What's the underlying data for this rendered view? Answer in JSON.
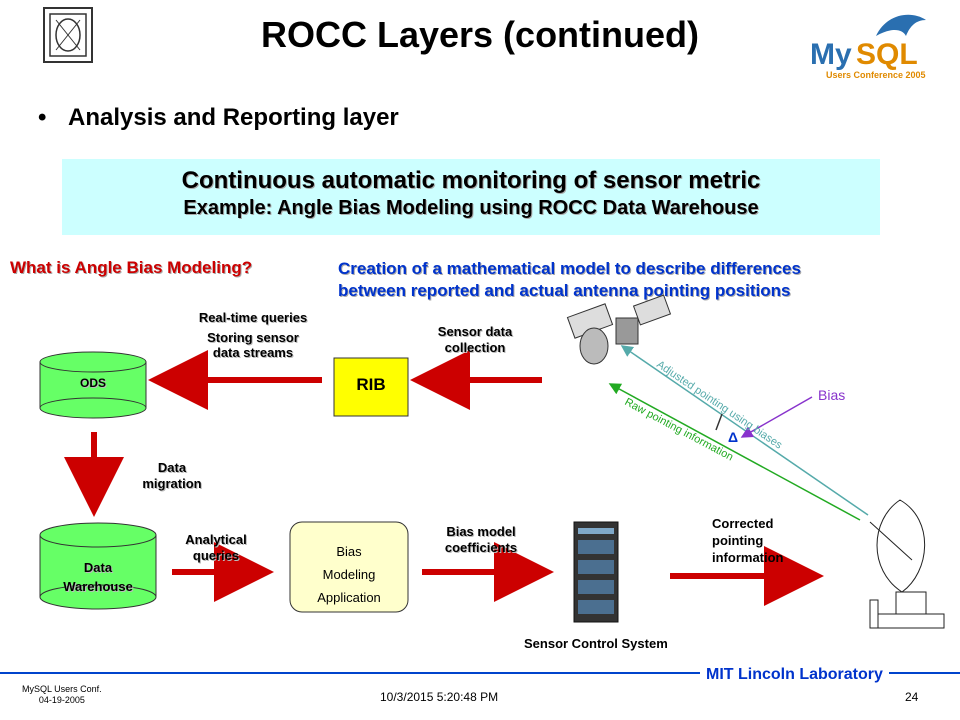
{
  "slide": {
    "title": "ROCC Layers (continued)",
    "bullet": "Analysis and Reporting layer",
    "banner_line1": "Continuous automatic monitoring of sensor metric",
    "banner_line2": "Example: Angle Bias Modeling using ROCC Data Warehouse",
    "question": "What is Angle Bias Modeling?",
    "answer_line1": "Creation of a mathematical model to describe differences",
    "answer_line2": "between reported and actual antenna pointing positions"
  },
  "diagram": {
    "ods": "ODS",
    "rib": "RIB",
    "warehouse_l1": "Data",
    "warehouse_l2": "Warehouse",
    "bias_app_l1": "Bias",
    "bias_app_l2": "Modeling",
    "bias_app_l3": "Application",
    "realtime": "Real-time queries",
    "storing_l1": "Storing sensor",
    "storing_l2": "data streams",
    "sensor_collect_l1": "Sensor data",
    "sensor_collect_l2": "collection",
    "data_migration_l1": "Data",
    "data_migration_l2": "migration",
    "analytical_l1": "Analytical",
    "analytical_l2": "queries",
    "bias_coef_l1": "Bias model",
    "bias_coef_l2": "coefficients",
    "corrected_l1": "Corrected",
    "corrected_l2": "pointing",
    "corrected_l3": "information",
    "sensor_control": "Sensor Control System",
    "bias_label": "Bias",
    "adjusted": "Adjusted pointing using biases",
    "raw": "Raw pointing information",
    "delta": "Δ"
  },
  "footer": {
    "conf_l1": "MySQL Users Conf.",
    "conf_l2": "04-19-2005",
    "timestamp": "10/3/2015 5:20:48 PM",
    "page": "24",
    "lab": "MIT Lincoln Laboratory"
  },
  "logo": {
    "mysql": "MySQL",
    "mysql_sub": "Users Conference 2005"
  },
  "colors": {
    "arrow_red": "#cc0000",
    "banner_bg": "#ccffff",
    "cylinder_green": "#66ff66",
    "line_blue": "#0033cc",
    "adjusted_teal": "#55aaaa",
    "raw_green": "#22aa22",
    "bias_purple": "#8833cc"
  }
}
